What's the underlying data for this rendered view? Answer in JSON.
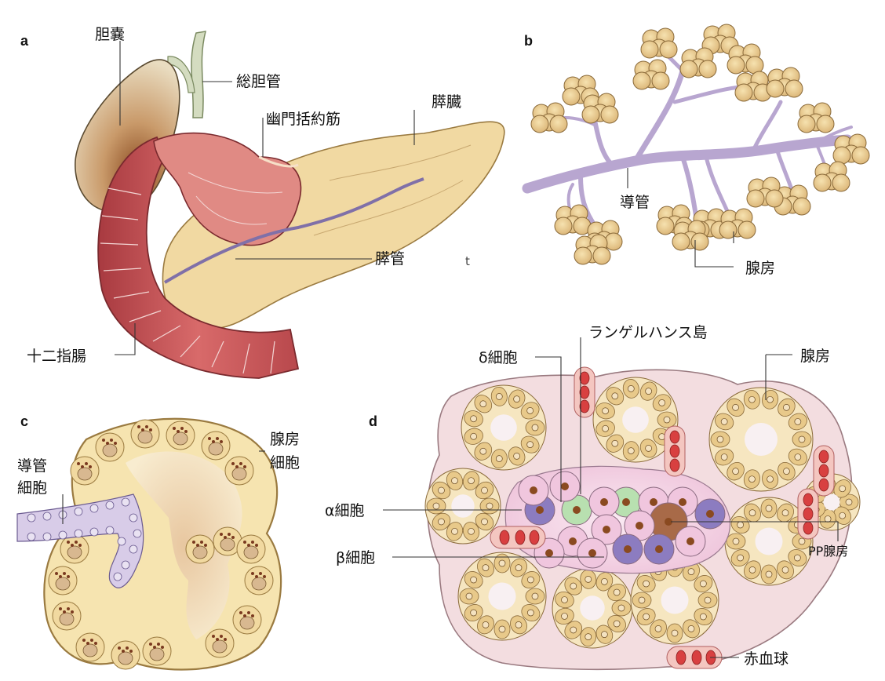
{
  "panels": {
    "a": {
      "letter": "a",
      "labels": {
        "gallbladder": "胆嚢",
        "common_bile_duct": "総胆管",
        "pyloric_sphincter": "幽門括約筋",
        "pancreas": "膵臓",
        "pancreatic_duct": "膵管",
        "duodenum": "十二指腸",
        "stray_mark": "t"
      }
    },
    "b": {
      "letter": "b",
      "labels": {
        "duct": "導管",
        "acinus": "腺房"
      }
    },
    "c": {
      "letter": "c",
      "labels": {
        "acinar_cell_line1": "腺房",
        "acinar_cell_line2": "細胞",
        "duct_cell_line1": "導管",
        "duct_cell_line2": "細胞"
      }
    },
    "d": {
      "letter": "d",
      "labels": {
        "islet": "ランゲルハンス島",
        "delta_cell": "δ細胞",
        "acinus": "腺房",
        "alpha_cell": "α細胞",
        "beta_cell": "β細胞",
        "pp_cell": "PP腺房",
        "red_blood_cell": "赤血球"
      }
    }
  },
  "colors": {
    "gland_tan": "#e8c98a",
    "gland_outline": "#8a6a3a",
    "duct_lavender": "#b8a6d0",
    "duodenum_red": "#c8545a",
    "gallbladder_brown": "#9a5a30",
    "islet_pink": "#f2cde3",
    "alpha_purple": "#8c7cc0",
    "delta_green": "#b8e0b0",
    "pp_brown": "#a86a48",
    "rbc_red": "#d84040",
    "tissue_pink": "#f3dde0"
  }
}
